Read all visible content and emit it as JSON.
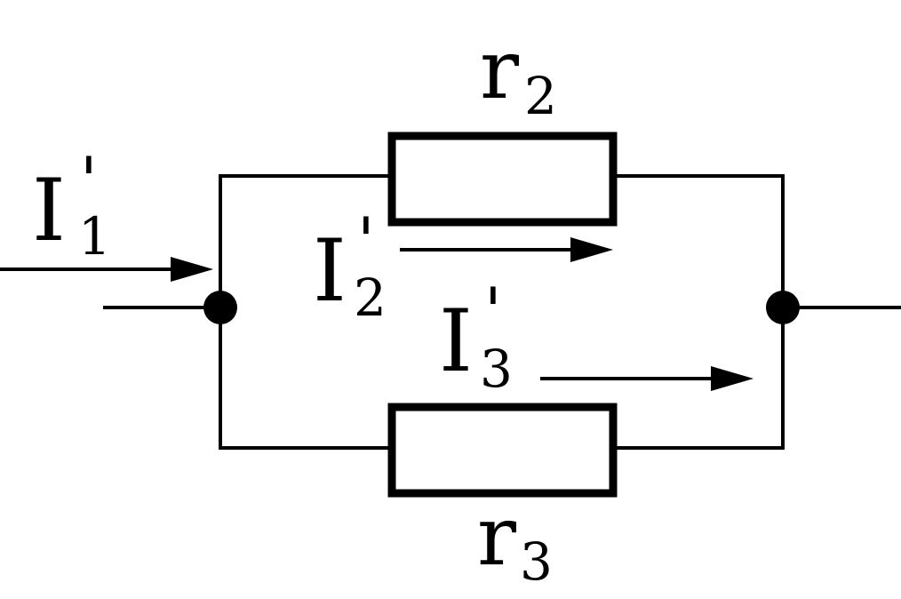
{
  "labels": {
    "r2": {
      "main": "r",
      "sub": "2"
    },
    "r3": {
      "main": "r",
      "sub": "3"
    },
    "i1": {
      "main": "I",
      "sub": "1",
      "prime": "'"
    },
    "i2": {
      "main": "I",
      "sub": "2",
      "prime": "'"
    },
    "i3": {
      "main": "I",
      "sub": "3",
      "prime": "'"
    }
  },
  "colors": {
    "stroke": "#000000",
    "background": "#ffffff"
  }
}
